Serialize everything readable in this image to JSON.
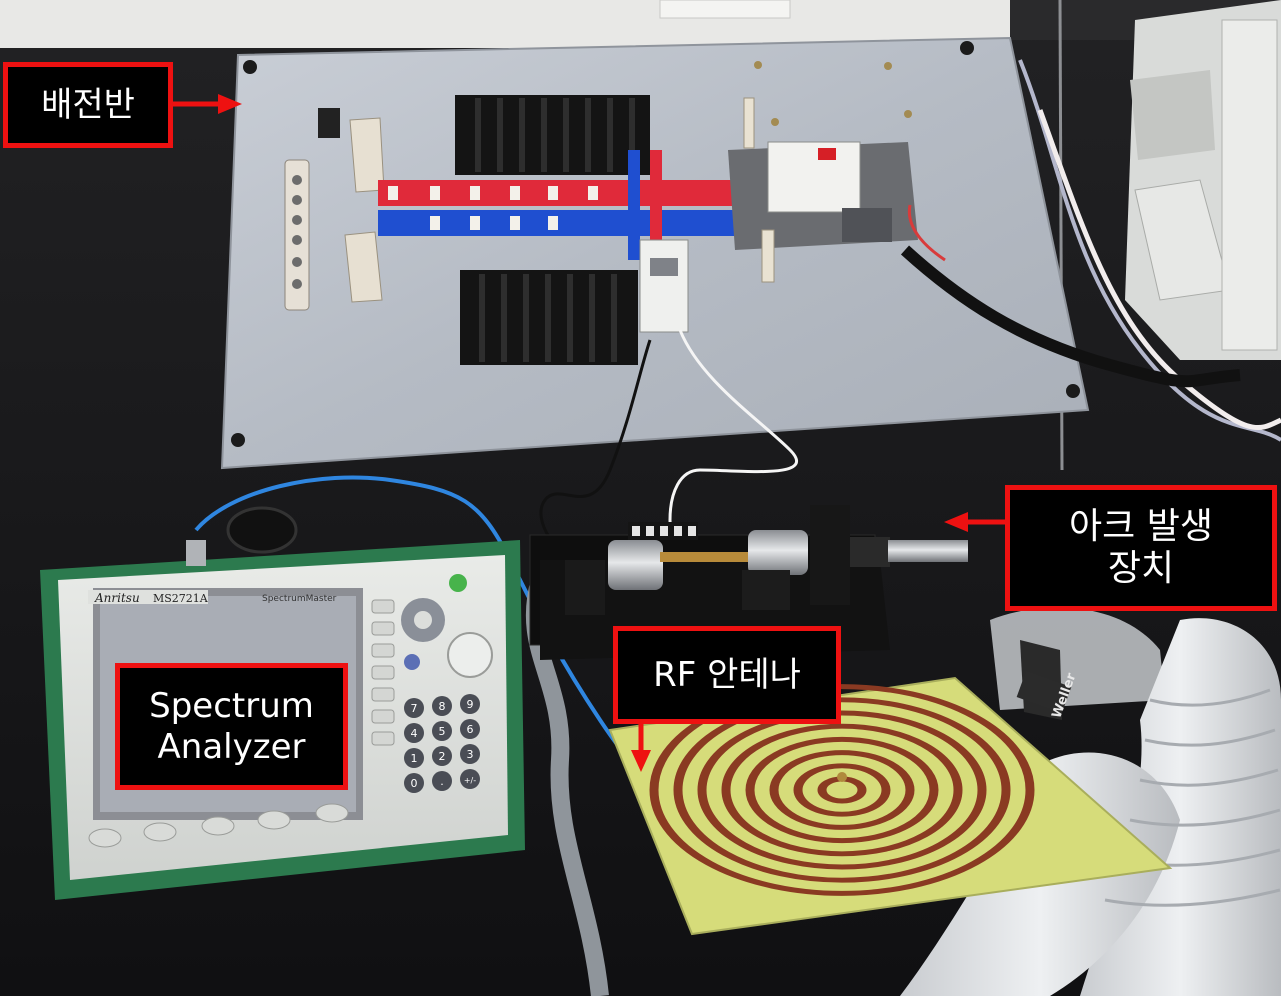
{
  "labels": {
    "distribution_panel": "배전반",
    "arc_generator_line1": "아크 발생",
    "arc_generator_line2": "장치",
    "rf_antenna": "RF 안테나",
    "spectrum_analyzer_line1": "Spectrum",
    "spectrum_analyzer_line2": "Analyzer"
  },
  "device_text": {
    "brand": "Anritsu",
    "model": "MS2721A",
    "product_line": "SpectrumMaster",
    "fume_extractor_brand": "Weller"
  },
  "analyzer_keypad": [
    "7",
    "8",
    "9",
    "4",
    "5",
    "6",
    "1",
    "2",
    "3",
    "0",
    ".",
    "+/-"
  ],
  "colors": {
    "annotation_border": "#ee1111",
    "annotation_fill": "#000000",
    "annotation_text": "#ffffff",
    "busbar_red": "#e02a3a",
    "busbar_blue": "#1f4fd0",
    "antenna_board": "#d6dc7a",
    "antenna_trace": "#8a3a22"
  }
}
